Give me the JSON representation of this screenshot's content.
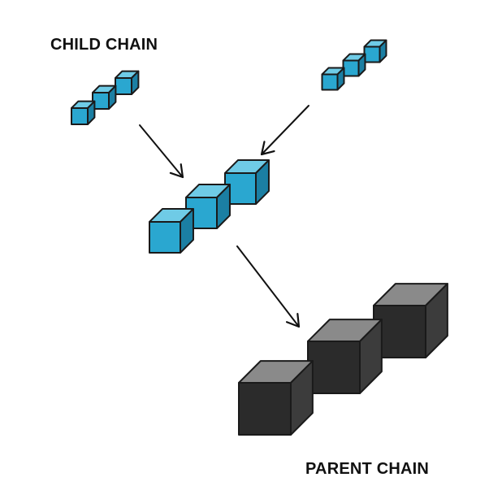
{
  "labels": {
    "child": "CHILD CHAIN",
    "parent": "PARENT CHAIN"
  },
  "chains": {
    "child_left": {
      "role": "child chain",
      "blocks": 3
    },
    "child_right": {
      "role": "child chain",
      "blocks": 3
    },
    "merged_child": {
      "role": "child chain",
      "blocks": 3
    },
    "parent": {
      "role": "parent chain",
      "blocks": 3
    }
  },
  "colors": {
    "child_block": "#2aa7d0",
    "child_block_top": "#6fcbe6",
    "child_block_side": "#1b7fa3",
    "child_link": "#e8604a",
    "parent_block": "#2b2b2b",
    "parent_block_top": "#8a8a8a",
    "parent_block_side": "#3c3c3c",
    "parent_link": "#b5b5b5",
    "outline": "#1a1a1a",
    "arrow": "#111111"
  }
}
